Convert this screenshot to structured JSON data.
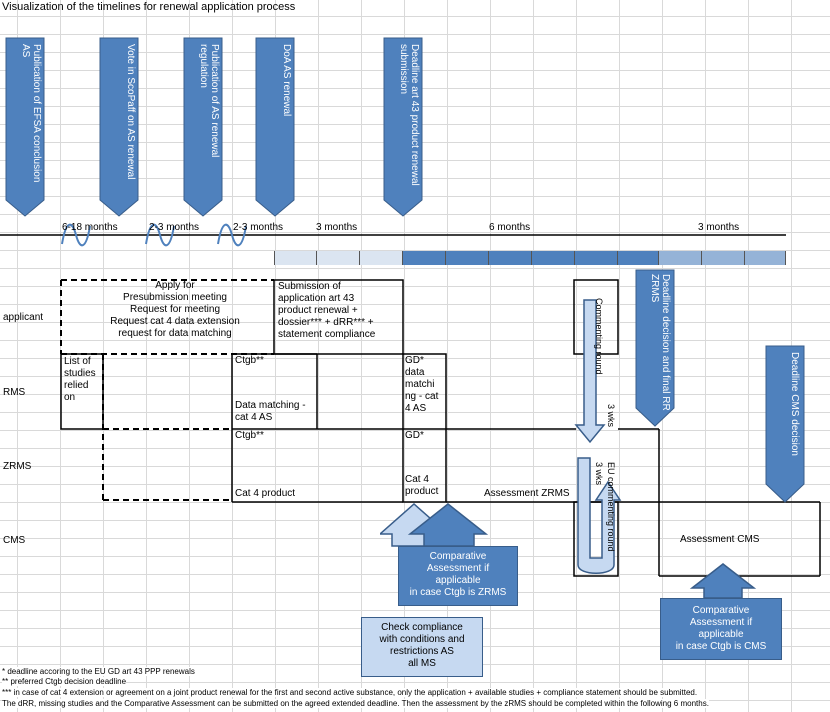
{
  "title": "Visualization of the timelines for renewal application process",
  "markers": [
    {
      "label": "Publication of EFSA conclusion AS"
    },
    {
      "label": "Vote in ScoPaff on AS renewal"
    },
    {
      "label": "Publication of AS renewal regulation"
    },
    {
      "label": "DoA AS renewal"
    },
    {
      "label": "Deadline art 43 product renewal submission"
    }
  ],
  "durations": [
    "6-18 months",
    "2-3 months",
    "2-3 months",
    "3 months",
    "6 months",
    "3 months"
  ],
  "colors": {
    "dark_blue": "#4f81bd",
    "light_blue": "#c6d9f1",
    "mid_blue": "#95b3d7"
  },
  "rows": [
    "applicant",
    "RMS",
    "ZRMS",
    "CMS"
  ],
  "applicant": {
    "apply_lines": [
      "Apply for",
      "Presubmission meeting",
      "Request for meeting",
      "Request cat 4 data extension",
      "request for data matching"
    ],
    "submission_lines": [
      "Submission of",
      "application art 43",
      "product renewal +",
      "dossier*** + dRR*** +",
      "statement compliance"
    ]
  },
  "rms": {
    "list_lines": [
      "List of",
      "studies",
      "relied",
      "on"
    ],
    "ctgb": "Ctgb**",
    "data_matching_lines": [
      "Data matching -",
      "cat 4 AS"
    ],
    "gd": "GD*",
    "gd_lines": [
      "data",
      "matchi",
      "ng - cat",
      "4 AS"
    ]
  },
  "zrms": {
    "ctgb": "Ctgb**",
    "cat4": "Cat 4 product",
    "gd": "GD*",
    "gd_lines": [
      "Cat 4",
      "product"
    ],
    "assessment": "Assessment ZRMS"
  },
  "cms": {
    "assessment": "Assessment CMS"
  },
  "vertical": {
    "commenting": "Commenting round",
    "weeks1": "3 wks",
    "eu": "EU commenting round",
    "weeks2": "3 wks",
    "deadline_final": "Deadline decision and final RR ZRMS",
    "deadline_cms": "Deadline CMS decision"
  },
  "boxes": {
    "comparative_zrms": [
      "Comparative",
      "Assessment if",
      "applicable",
      "in case Ctgb is ZRMS"
    ],
    "check": [
      "Check compliance",
      "with conditions and",
      "restrictions AS",
      "all MS"
    ],
    "comparative_cms": [
      "Comparative",
      "Assessment if",
      "applicable",
      "in case Ctgb is CMS"
    ]
  },
  "footnotes": [
    "* deadline accoring to the EU GD art 43 PPP renewals",
    "** preferred Ctgb decision deadline",
    "*** in case of cat 4 extension or agreement on a joint product renewal for the first and second active substance, only the application + available studies + compliance statement should be submitted.",
    "The dRR, missing studies and the Comparative Assessment can be submitted on the agreed extended deadline. Then the assessment by the zRMS should be completed within the following 6 months."
  ]
}
